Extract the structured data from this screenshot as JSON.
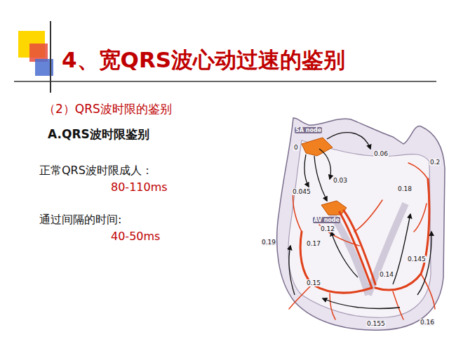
{
  "diagram": {
    "title": "4、宽QRS波心动过速的鉴别",
    "labels": [
      "（2）QRS波时限的鉴别",
      "A.QRS波时限鉴别",
      "正常QRS波时限成人：",
      "80-110ms",
      "通过间隔的时间:",
      "40-50ms",
      "SA node",
      "0",
      "0.06",
      "0.045",
      "0.03",
      "AV node",
      "0.12",
      "0.2",
      "0.18",
      "0.19",
      "0.17",
      "0.145",
      "0.14",
      "0.15",
      "0.155",
      "0.16"
    ]
  }
}
